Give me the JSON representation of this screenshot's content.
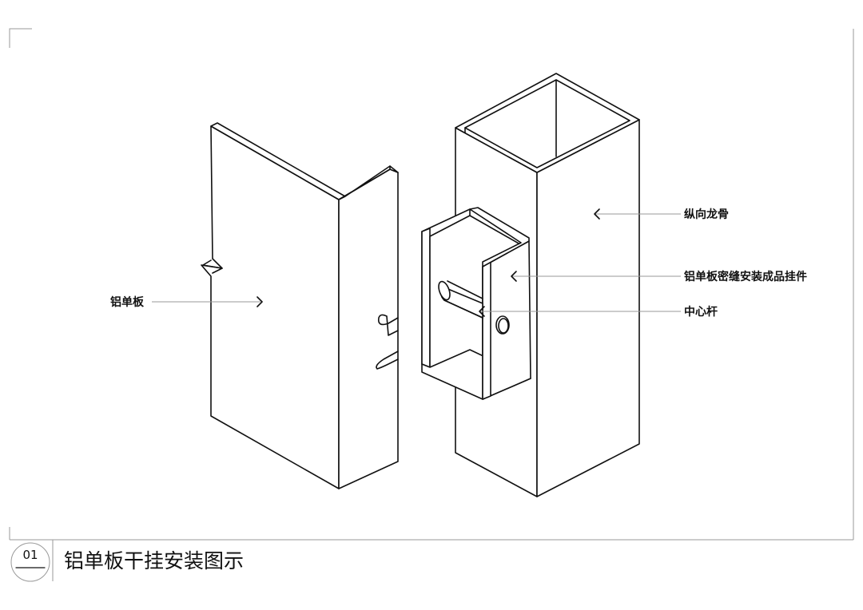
{
  "labels": {
    "panel": "铝单板",
    "keel": "纵向龙骨",
    "hanger": "铝单板密缝安装成品挂件",
    "rod": "中心杆"
  },
  "title_block": {
    "number": "01",
    "title": "铝单板干挂安装图示"
  }
}
